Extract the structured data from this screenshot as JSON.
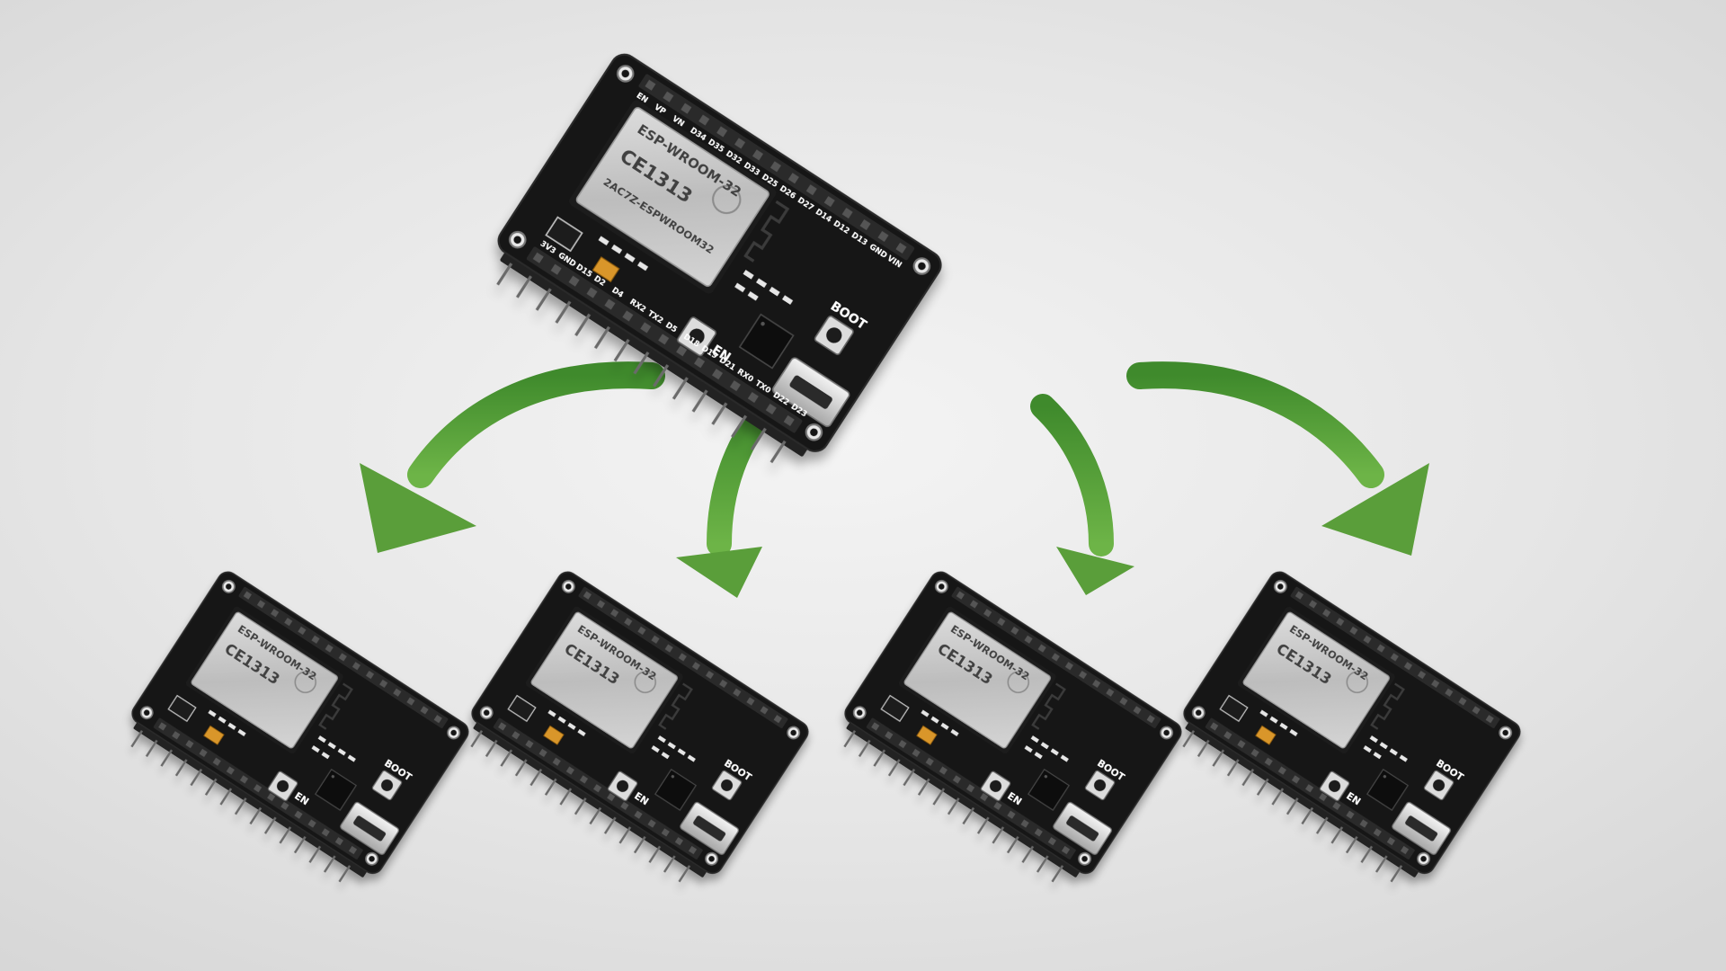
{
  "diagram": {
    "topology": "one-to-many",
    "source": {
      "board": "ESP32 DevKit",
      "module": "ESP-WROOM-32",
      "ce_mark": "CE1313",
      "fcc_id": "2AC7Z-ESPWROOM32",
      "buttons": {
        "boot": "BOOT",
        "enable": "EN"
      },
      "pin_labels": [
        "3V3",
        "GND",
        "D15",
        "D2",
        "D4",
        "RX2",
        "TX2",
        "D5",
        "D18",
        "D19",
        "D21",
        "RX0",
        "TX0",
        "D22",
        "D23",
        "EN",
        "VP",
        "VN",
        "D34",
        "D35",
        "D32",
        "D33",
        "D25",
        "D26",
        "D27",
        "D14",
        "D12",
        "D13",
        "GND",
        "VIN"
      ]
    },
    "targets": [
      {
        "board": "ESP32 DevKit",
        "module": "ESP-WROOM-32",
        "ce_mark": "CE1313",
        "buttons": {
          "boot": "BOOT",
          "enable": "EN"
        }
      },
      {
        "board": "ESP32 DevKit",
        "module": "ESP-WROOM-32",
        "ce_mark": "CE1313",
        "buttons": {
          "boot": "BOOT",
          "enable": "EN"
        }
      },
      {
        "board": "ESP32 DevKit",
        "module": "ESP-WROOM-32",
        "ce_mark": "CE1313",
        "buttons": {
          "boot": "BOOT",
          "enable": "EN"
        }
      },
      {
        "board": "ESP32 DevKit",
        "module": "ESP-WROOM-32",
        "ce_mark": "CE1313",
        "buttons": {
          "boot": "BOOT",
          "enable": "EN"
        }
      }
    ],
    "arrows": [
      {
        "from": "source",
        "to": "target-1",
        "color": "#5a9e3a",
        "direction": "left"
      },
      {
        "from": "source",
        "to": "target-2",
        "color": "#5a9e3a",
        "direction": "down-left"
      },
      {
        "from": "source",
        "to": "target-3",
        "color": "#5a9e3a",
        "direction": "down-right"
      },
      {
        "from": "source",
        "to": "target-4",
        "color": "#5a9e3a",
        "direction": "right"
      }
    ],
    "colors": {
      "background": "#e4e4e4",
      "pcb": "#121212",
      "shield": "#cfcfcf",
      "arrow": "#5a9e3a",
      "arrow_light": "#6fb24a",
      "headers": "#2a2a2a",
      "silkscreen": "#ffffff"
    }
  }
}
